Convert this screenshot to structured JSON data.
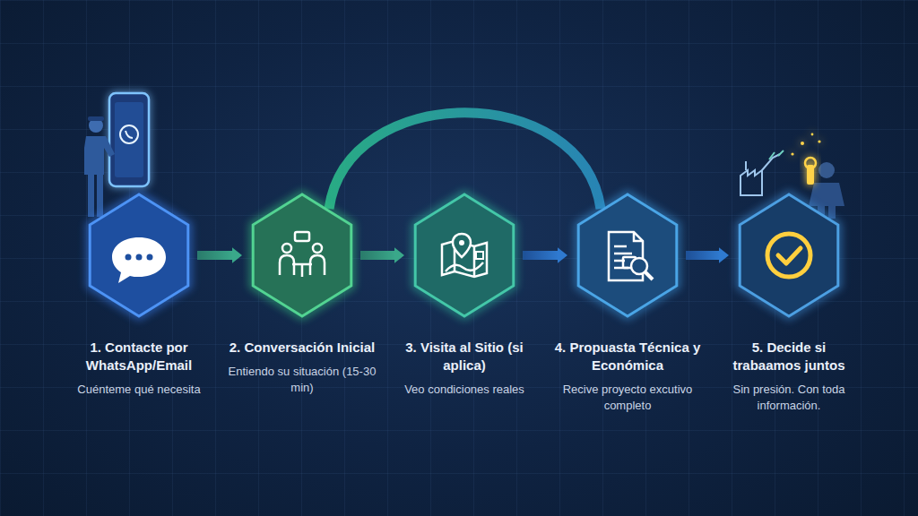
{
  "diagram": {
    "nodes": [
      {
        "text": [
          "1. Contacte por WhatsApp/Email",
          "Cuénteme qué necesita"
        ]
      },
      {
        "text": [
          "2. Conversación Inicial",
          "Entiendo su situación (15-30 min)"
        ]
      },
      {
        "text": [
          "3. Visita al Sitio (si aplica)",
          "Veo condiciones reales"
        ]
      },
      {
        "text": [
          "4. Propuasta Técnica y Económica",
          "Recive proyecto excutivo completo"
        ]
      },
      {
        "text": [
          "5. Decide si trabaamos juntos",
          "Sin presión. Con toda información."
        ]
      }
    ],
    "edges": [
      {
        "from": 0,
        "to": 1,
        "arrow": "to"
      },
      {
        "from": 1,
        "to": 2,
        "arrow": "to"
      },
      {
        "from": 2,
        "to": 3,
        "arrow": "to"
      },
      {
        "from": 3,
        "to": 4,
        "arrow": "to"
      },
      {
        "from": 1,
        "to": 3,
        "arrow": "none"
      }
    ]
  }
}
